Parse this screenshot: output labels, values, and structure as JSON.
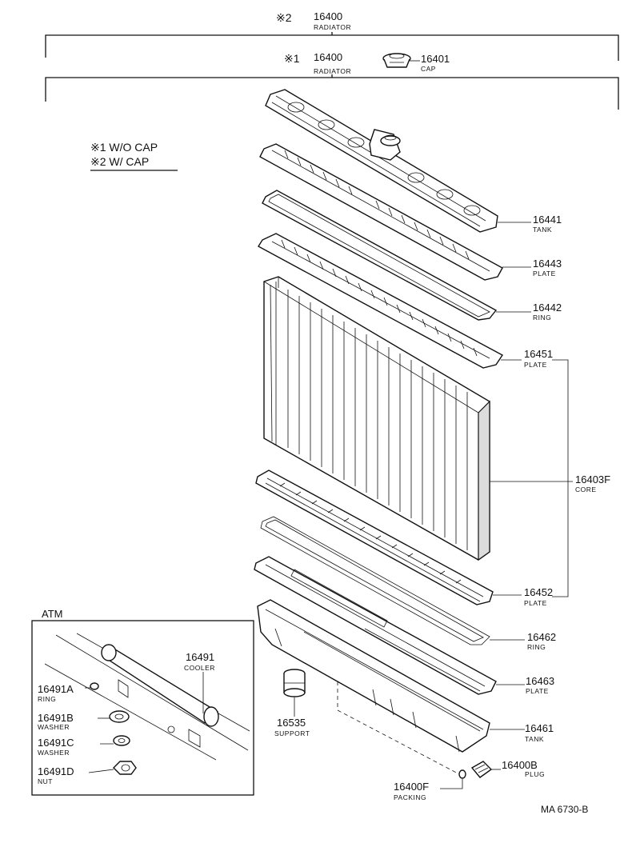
{
  "assemblies": {
    "outer": {
      "mark": "※2",
      "number": "16400",
      "name": "RADIATOR"
    },
    "inner": {
      "mark": "※1",
      "number": "16400",
      "name": "RADIATOR"
    }
  },
  "legend": {
    "line1": "※1  W/O CAP",
    "line2": "※2  W/ CAP"
  },
  "parts": {
    "cap": {
      "number": "16401",
      "name": "CAP"
    },
    "upper_tank": {
      "number": "16441",
      "name": "TANK"
    },
    "upper_plate": {
      "number": "16443",
      "name": "PLATE"
    },
    "upper_ring": {
      "number": "16442",
      "name": "RING"
    },
    "core_plate_top": {
      "number": "16451",
      "name": "PLATE"
    },
    "core": {
      "number": "16403F",
      "name": "CORE"
    },
    "core_plate_bottom": {
      "number": "16452",
      "name": "PLATE"
    },
    "lower_ring": {
      "number": "16462",
      "name": "RING"
    },
    "lower_plate": {
      "number": "16463",
      "name": "PLATE"
    },
    "lower_tank": {
      "number": "16461",
      "name": "TANK"
    },
    "drain_plug": {
      "number": "16400B",
      "name": "PLUG"
    },
    "packing": {
      "number": "16400F",
      "name": "PACKING"
    },
    "support": {
      "number": "16535",
      "name": "SUPPORT"
    }
  },
  "atm": {
    "title": "ATM",
    "parts": {
      "cooler": {
        "number": "16491",
        "name": "COOLER"
      },
      "ring": {
        "number": "16491A",
        "name": "RING"
      },
      "washer_b": {
        "number": "16491B",
        "name": "WASHER"
      },
      "washer_c": {
        "number": "16491C",
        "name": "WASHER"
      },
      "nut": {
        "number": "16491D",
        "name": "NUT"
      }
    }
  },
  "drawing_code": "MA  6730-B"
}
